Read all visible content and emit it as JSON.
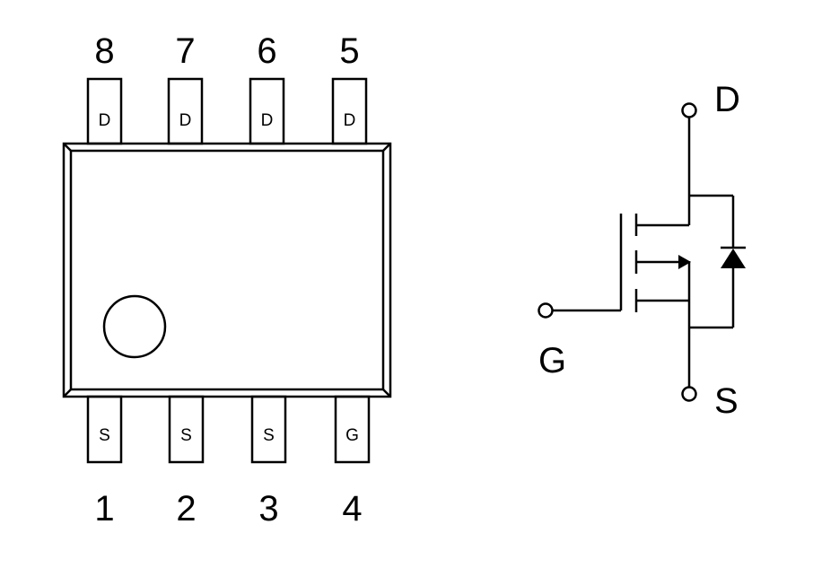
{
  "package": {
    "top_pins": [
      {
        "number": "8",
        "label": "D"
      },
      {
        "number": "7",
        "label": "D"
      },
      {
        "number": "6",
        "label": "D"
      },
      {
        "number": "5",
        "label": "D"
      }
    ],
    "bottom_pins": [
      {
        "number": "1",
        "label": "S"
      },
      {
        "number": "2",
        "label": "S"
      },
      {
        "number": "3",
        "label": "S"
      },
      {
        "number": "4",
        "label": "G"
      }
    ]
  },
  "schematic": {
    "drain_label": "D",
    "gate_label": "G",
    "source_label": "S"
  },
  "colors": {
    "stroke": "#000000",
    "background": "#ffffff"
  }
}
